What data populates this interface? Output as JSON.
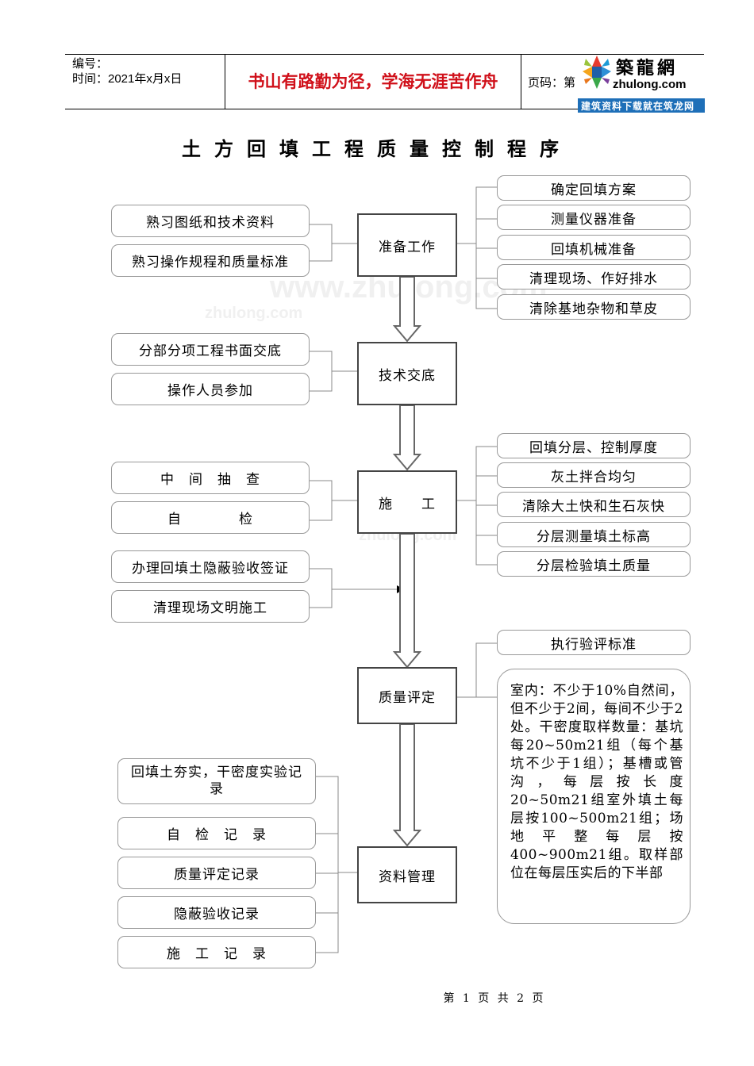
{
  "header": {
    "number_label": "编号：",
    "time_label": "时间：2021年x月x日",
    "slogan": "书山有路勤为径，学海无涯苦作舟",
    "page_label": "页码：第",
    "logo": {
      "name_cn": "築龍網",
      "domain": "zhulong.com",
      "tagline": "建筑资料下载就在筑龙网"
    }
  },
  "title": "土方回填工程质量控制程序",
  "watermarks": [
    "www.zhulong.com",
    "zhulong.com",
    "zhulong.com"
  ],
  "steps": [
    "准备工作",
    "技术交底",
    "施　　工",
    "质量评定",
    "资料管理"
  ],
  "left_notes": {
    "prep": [
      "熟习图纸和技术资料",
      "熟习操作规程和质量标准"
    ],
    "tech": [
      "分部分项工程书面交底",
      "操作人员参加"
    ],
    "construct": [
      "中　间　抽　查",
      "自　　　　检"
    ],
    "signoff": [
      "办理回填土隐蔽验收签证",
      "清理现场文明施工"
    ],
    "records": [
      "回填土夯实，干密度实验记录",
      "自　检　记　录",
      "质量评定记录",
      "隐蔽验收记录",
      "施　工　记　录"
    ]
  },
  "right_notes": {
    "prep": [
      "确定回填方案",
      "测量仪器准备",
      "回填机械准备",
      "清理现场、作好排水",
      "清除基地杂物和草皮"
    ],
    "construct": [
      "回填分层、控制厚度",
      "灰土拌合均匀",
      "清除大土快和生石灰快",
      "分层测量填土标高",
      "分层检验填土质量"
    ],
    "quality": [
      "执行验评标准"
    ]
  },
  "quality_note": "室内：不少于10%自然间，但不少于2间，每间不少于2处。干密度取样数量：基坑每20~50m21组（每个基坑不少于1组）；基槽或管沟，每层按长度20~50m21组室外填土每层按100~500m21组；场地平整每层按400~900m21组。取样部位在每层压实后的下半部",
  "footer": {
    "text": "第 1 页 共 2 页"
  }
}
